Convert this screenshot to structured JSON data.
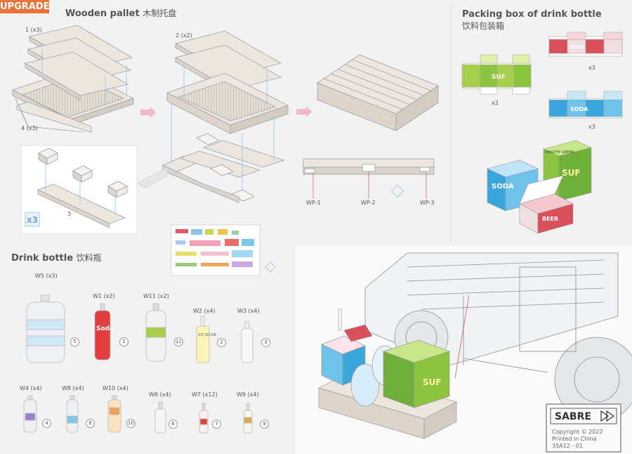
{
  "badge": "UPGRADE",
  "sections": {
    "pallet": {
      "title": "Wooden pallet",
      "title_cn": "木制托盘"
    },
    "box": {
      "title": "Packing box of drink bottle",
      "title_cn": "饮料包装箱"
    },
    "bottle": {
      "title": "Drink bottle",
      "title_cn": "饮料瓶"
    }
  },
  "pallet_labels": {
    "part1": "1 (x3)",
    "part2": "2 (x2)",
    "part4": "4 (x3)",
    "part3": "3",
    "x3": "x3",
    "wp1": "WP-1",
    "wp2": "WP-2",
    "wp3": "WP-3"
  },
  "box_labels": {
    "x2": "x2",
    "x3a": "x3",
    "x3b": "x3"
  },
  "box_print": {
    "suf": "SUF",
    "soda": "SODA",
    "beer": "BEER",
    "green": "HEALTHY GREEN"
  },
  "bottles": [
    {
      "label": "W5 (x3)",
      "num": "5"
    },
    {
      "label": "W1 (x2)",
      "num": "1"
    },
    {
      "label": "W11 (x2)",
      "num": "11"
    },
    {
      "label": "W2 (x4)",
      "num": "2"
    },
    {
      "label": "W3 (x4)",
      "num": "3"
    },
    {
      "label": "W4 (x4)",
      "num": "4"
    },
    {
      "label": "W8 (x4)",
      "num": "8"
    },
    {
      "label": "W10 (x4)",
      "num": "10"
    },
    {
      "label": "W6 (x4)",
      "num": "6"
    },
    {
      "label": "W7 (x12)",
      "num": "7"
    },
    {
      "label": "W9 (x4)",
      "num": "9"
    }
  ],
  "bottle_print": {
    "ice": "ICE SO-DA",
    "soda": "Soda"
  },
  "brand": "SABRE",
  "copyright": [
    "Copyright © 2022",
    "Printed in China",
    "35A12 - 01"
  ],
  "colors": {
    "accent": "#e8743b",
    "wood": "#ece6df",
    "line": "#9aa0a6",
    "guide": "#8fc3e6",
    "arrow": "#f2b6cf"
  }
}
